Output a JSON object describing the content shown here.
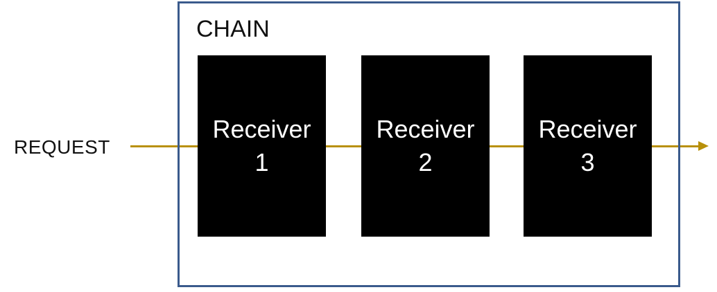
{
  "request": {
    "label": "REQUEST"
  },
  "chain": {
    "title": "CHAIN",
    "receivers": [
      {
        "name": "Receiver",
        "number": "1"
      },
      {
        "name": "Receiver",
        "number": "2"
      },
      {
        "name": "Receiver",
        "number": "3"
      }
    ]
  },
  "colors": {
    "connector": "#b8900a",
    "chain_border": "#3a5a8c",
    "receiver_fill": "#000000",
    "receiver_text": "#ffffff"
  }
}
